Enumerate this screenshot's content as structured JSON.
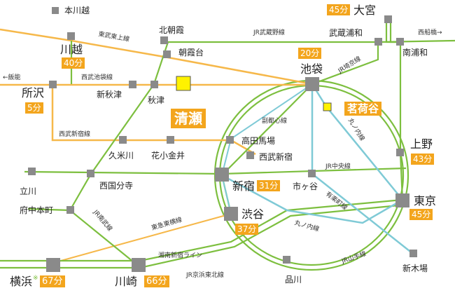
{
  "colors": {
    "jr_green": "#7dbf3f",
    "seibu_orange": "#f6b84a",
    "metro_blue": "#7fcad6",
    "station_gray": "#8a8a8a",
    "highlight_yellow": "#fff200",
    "time_badge": "#f3a51d"
  },
  "stations": {
    "hon_kawagoe": "本川越",
    "kawagoe": "川越",
    "tokorozawa": "所沢",
    "shin_akitsu": "新秋津",
    "akitsu": "秋津",
    "kiyose": "清瀬",
    "kita_asaka": "北朝霞",
    "asakadai": "朝霞台",
    "omiya": "大宮",
    "musashi_urawa": "武蔵浦和",
    "minami_urawa": "南浦和",
    "ikebukuro": "池袋",
    "myogadani": "茗荷谷",
    "takadanobaba": "高田馬場",
    "seibu_shinjuku": "西武新宿",
    "kumegawa": "久米川",
    "hana_koganei": "花小金井",
    "ueno": "上野",
    "tachikawa": "立川",
    "nishi_kokubunji": "西国分寺",
    "fuchu_hommachi": "府中本町",
    "shinjuku": "新宿",
    "ichigaya": "市ヶ谷",
    "tokyo": "東京",
    "shibuya": "渋谷",
    "shin_kiba": "新木場",
    "shinagawa": "品川",
    "yokohama": "横浜",
    "yokohama_mark": "※",
    "kawasaki": "川崎"
  },
  "times": {
    "omiya": "45分",
    "kawagoe": "40分",
    "tokorozawa": "5分",
    "ikebukuro": "20分",
    "ueno": "43分",
    "shinjuku": "31分",
    "tokyo": "45分",
    "shibuya": "37分",
    "yokohama": "67分",
    "kawasaki": "66分"
  },
  "lines": {
    "tobu_tojo": "東武東上線",
    "jr_musashino": "JR武蔵野線",
    "funabashi": "西船橋→",
    "hanno": "←飯能",
    "seibu_ikebukuro": "西武池袋線",
    "jr_saikyo": "JR埼京線",
    "fukutoshin": "副都心線",
    "marunouchi_north": "丸ノ内線",
    "seibu_shinjuku_line": "西武新宿線",
    "jr_chuo": "JR中央線",
    "yurakucho": "有楽町線",
    "jr_nambu": "JR南武線",
    "tokyu_toyoko": "東急東横線",
    "marunouchi_south": "丸ノ内線",
    "shonan_shinjuku": "湘南新宿ライン",
    "jr_yamanote": "JR山手線",
    "jr_keihin_tohoku": "JR京浜東北線"
  }
}
